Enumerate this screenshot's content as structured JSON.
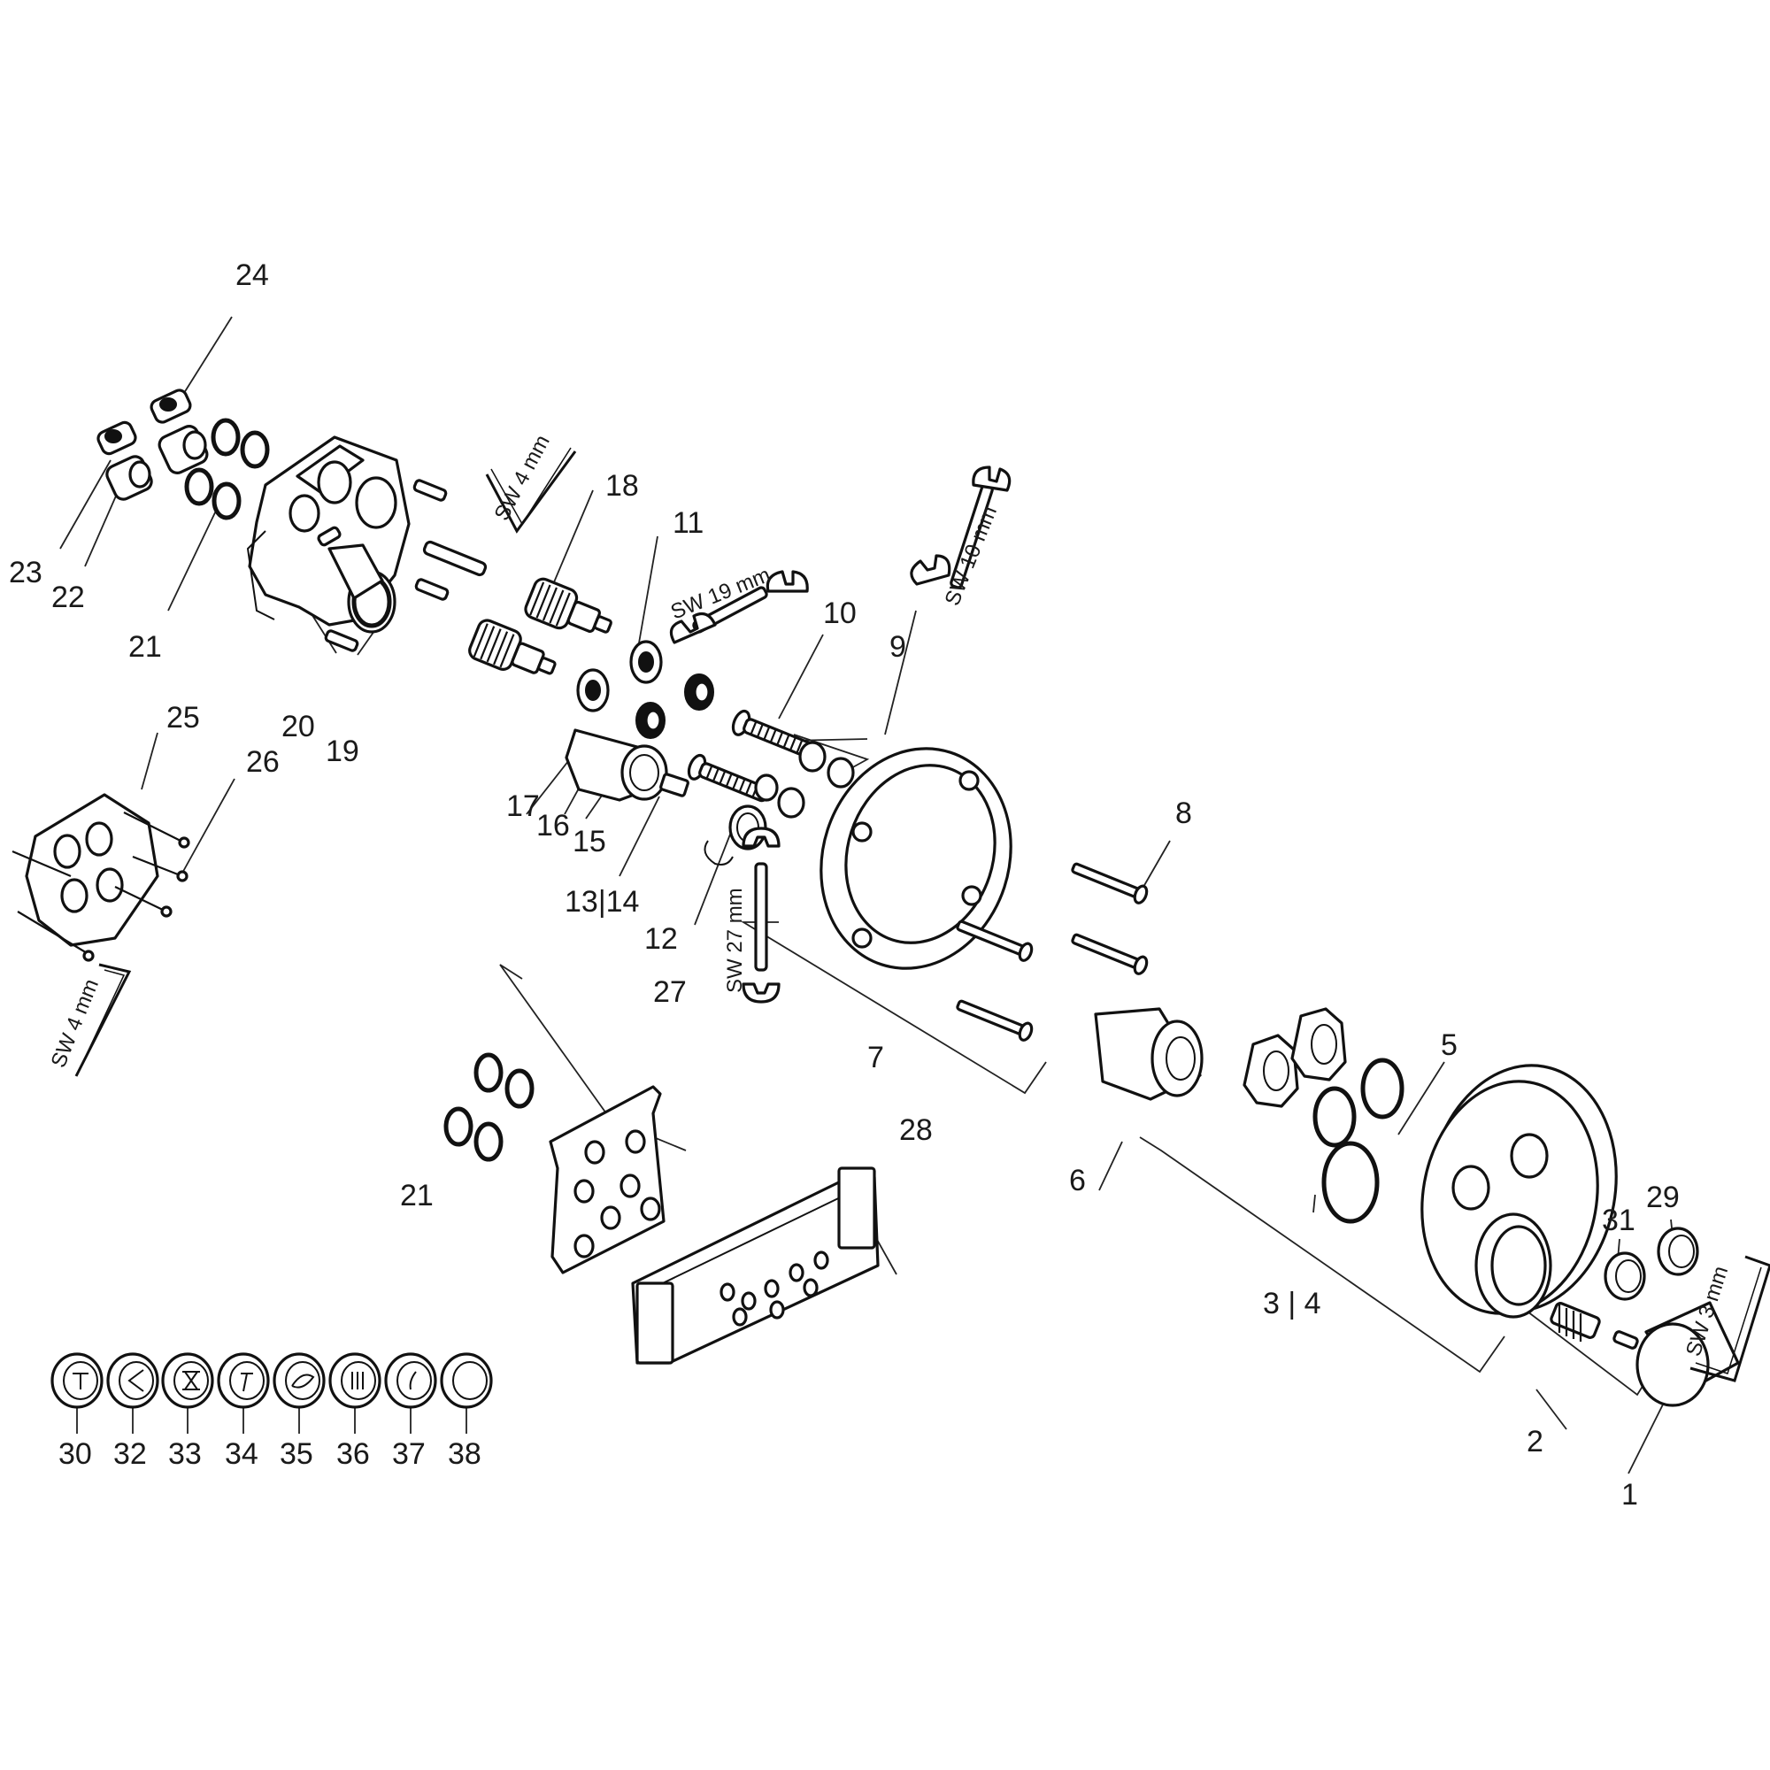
{
  "labels": {
    "p1": "1",
    "p2": "2",
    "p3_4": "3 | 4",
    "p5": "5",
    "p6": "6",
    "p7": "7",
    "p8": "8",
    "p9": "9",
    "p10": "10",
    "p11": "11",
    "p12": "12",
    "p13_14": "13|14",
    "p15": "15",
    "p16": "16",
    "p17": "17",
    "p18": "18",
    "p19": "19",
    "p20": "20",
    "p21a": "21",
    "p21b": "21",
    "p22": "22",
    "p23": "23",
    "p24": "24",
    "p25": "25",
    "p26": "26",
    "p27": "27",
    "p28": "28",
    "p29": "29",
    "p30": "30",
    "p31": "31",
    "p32": "32",
    "p33": "33",
    "p34": "34",
    "p35": "35",
    "p36": "36",
    "p37": "37",
    "p38": "38"
  },
  "tools": {
    "sw4_top": "SW 4 mm",
    "sw4_left": "SW 4 mm",
    "sw19": "SW 19 mm",
    "sw10": "SW 10 mm",
    "sw27": "SW 27 mm",
    "sw3": "SW 3 mm"
  }
}
